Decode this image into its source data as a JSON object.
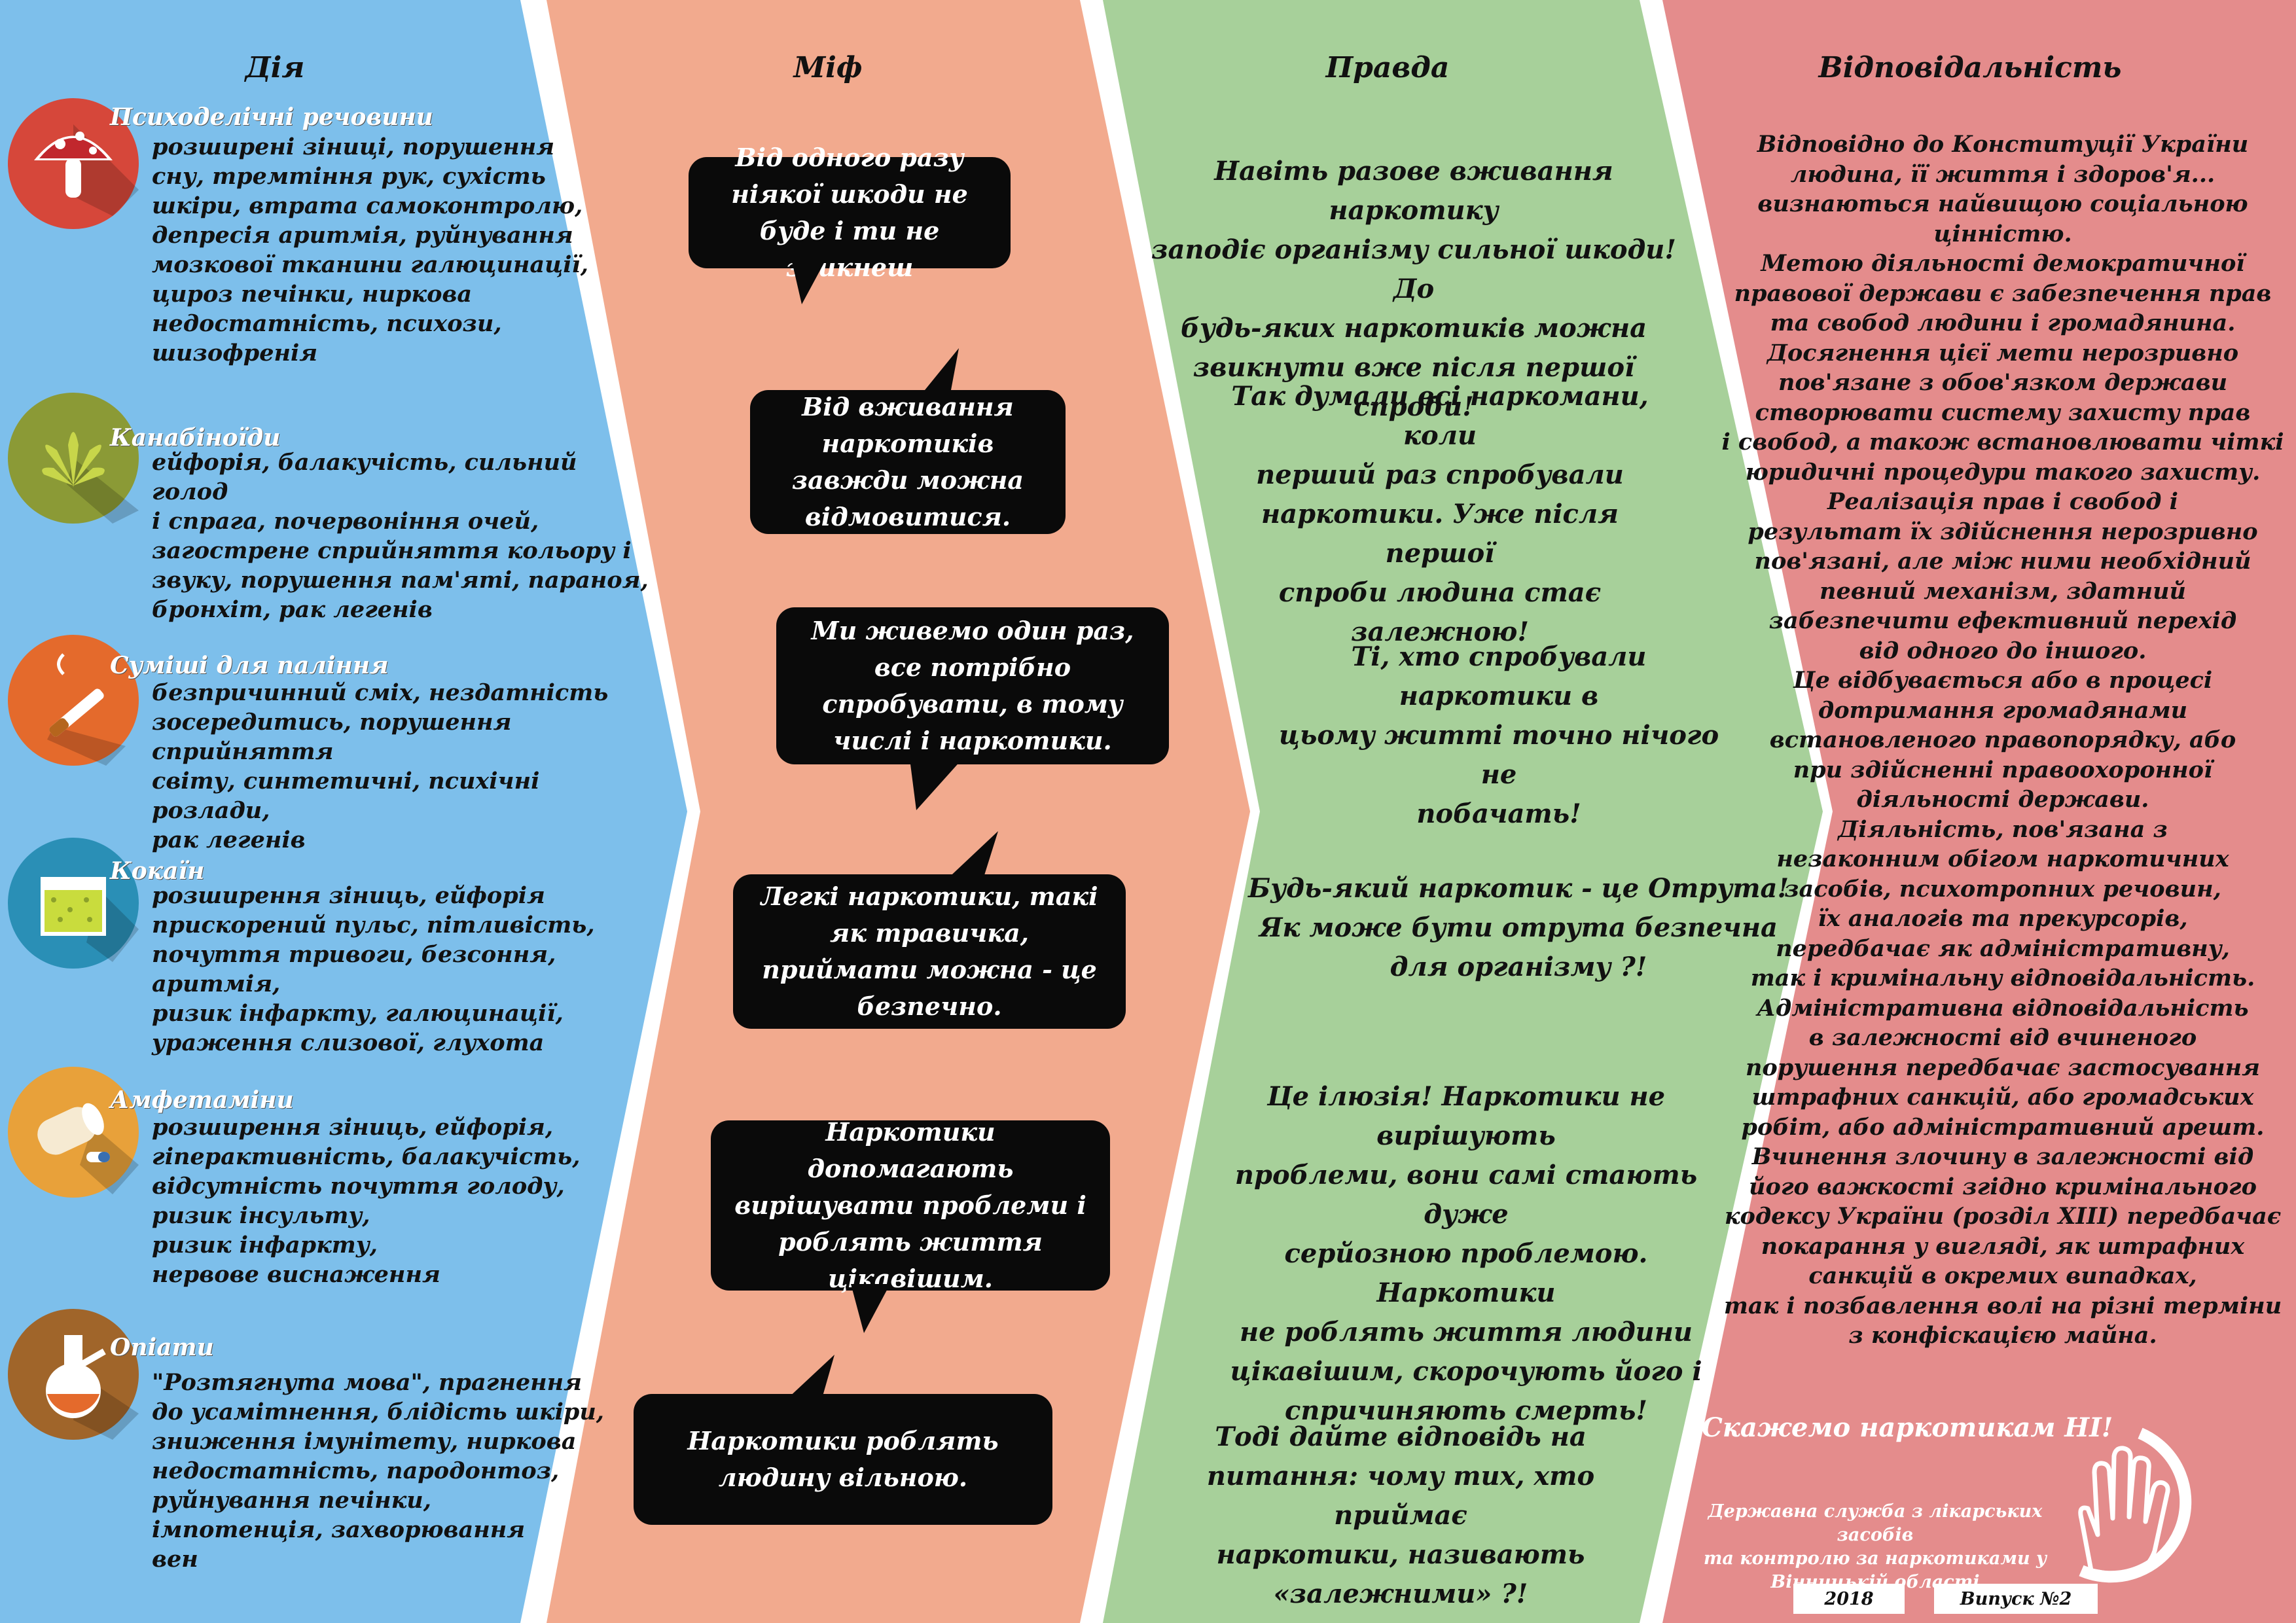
{
  "columns": {
    "action": "Дія",
    "myth": "Міф",
    "truth": "Правда",
    "responsibility": "Відповідальність"
  },
  "drugs": [
    {
      "name": "Психоделічні речовини",
      "icon": "mushroom-icon",
      "effects": "розширені зіниці, порушення\nсну, тремтіння рук, сухість\nшкіри, втрата самоконтролю,\nдепресія аритмія, руйнування\nмозкової тканини галюцинації,\nцироз печінки, ниркова\nнедостатність, психози,\nшизофренія"
    },
    {
      "name": "Канабіноїди",
      "icon": "cannabis-leaf-icon",
      "effects": "ейфорія, балакучість, сильний голод\nі спрага, почервоніння очей,\nзагострене сприйняття кольору і\nзвуку, порушення пам'яті, параноя,\nбронхіт, рак легенів"
    },
    {
      "name": "Суміші для паління",
      "icon": "smoking-pipe-icon",
      "effects": "безпричинний сміх, нездатність\nзосередитись, порушення сприйняття\nсвіту, синтетичні, психічні розлади,\nрак легенів"
    },
    {
      "name": "Кокаїн",
      "icon": "powder-container-icon",
      "effects": "розширення зіниць, ейфорія\nприскорений пульс, пітливість,\nпочуття тривоги, безсоння, аритмія,\nризик інфаркту, галюцинації,\nураження слизової, глухота"
    },
    {
      "name": "Амфетаміни",
      "icon": "pills-icon",
      "effects": "розширення зіниць, ейфорія,\nгіперактивність, балакучість,\nвідсутність почуття голоду,\nризик інсульту,\nризик інфаркту,\nнервове виснаження"
    },
    {
      "name": "Опіати",
      "icon": "flask-icon",
      "effects": "\"Розтягнута мова\", прагнення\nдо усамітнення, блідість шкіри,\nзниження імунітету, ниркова\nнедостатність, пародонтоз,\nруйнування печінки,\nімпотенція, захворювання\nвен"
    }
  ],
  "myths": [
    "Від одного разу ніякої шкоди не буде і ти не звикнеш",
    "Від вживання наркотиків завжди можна відмовитися.",
    "Ми живемо один раз, все потрібно спробувати, в тому числі і наркотики.",
    "Легкі наркотики, такі як травичка, приймати можна - це безпечно.",
    "Наркотики допомагають вирішувати проблеми і роблять життя цікавішим.",
    "Наркотики роблять людину вільною."
  ],
  "truths": [
    "Навіть разове вживання наркотику\nзаподіє організму сильної шкоди! До\nбудь-яких наркотиків можна\nзвикнути вже після першої спроби!",
    "Так думали всі наркомани, коли\nперший раз спробували\nнаркотики. Уже після першої\nспроби людина стає залежною!",
    "Ті, хто спробували наркотики в\nцьому житті точно нічого не\nпобачать!",
    "Будь-який наркотик - це Отрута!\nЯк може бути отрута безпечна\nдля організму ?!",
    "Це ілюзія! Наркотики не\nвирішують\nпроблеми, вони самі стають дуже\nсерйозною проблемою. Наркотики\nне роблять життя людини\nцікавішим, скорочують його і\nспричиняють смерть!",
    "Тоді дайте відповідь на\nпитання: чому тих, хто приймає\nнаркотики, називають\n«залежними» ?!"
  ],
  "responsibility_text": "Відповідно до Конституції України\nлюдина, її життя і здоров'я...\nвизнаються найвищою соціальною\nцінністю.\nМетою діяльності демократичної\nправової держави є забезпечення прав\nта свобод людини і громадянина.\nДосягнення цієї мети нерозривно\nпов'язане з обов'язком держави\nстворювати систему захисту прав\nі свобод, а також встановлювати чіткі\nюридичні процедури такого захисту.\nРеалізація прав і свобод і\nрезультат їх здійснення нерозривно\nпов'язані, але між ними необхідний\nпевний механізм, здатний\nзабезпечити ефективний перехід\nвід одного до іншого.\nЦе відбувається або в процесі\nдотримання громадянами\nвстановленого правопорядку, або\nпри здійсненні правоохоронної\nдіяльності держави.\nДіяльність, пов'язана з\nнезаконним обігом наркотичних\nзасобів, психотропних речовин,\nїх аналогів та прекурсорів,\nпередбачає як адміністративну,\nтак і кримінальну відповідальність.\nАдміністративна відповідальність\nв залежності від вчиненого\nпорушення передбачає застосування\nштрафних санкцій, або громадських\nробіт, або адміністративний арешт.\nВчинення злочину в залежності від\nйого важкості згідно кримінального\nкодексу України (розділ XIII) передбачає\nпокарання у вигляді, як штрафних\nсанкцій в окремих випадках,\nтак і позбавлення волі на різні терміни\nз конфіскацією майна.",
  "slogan": "Скажемо наркотикам НІ!",
  "agency": "Державна служба з лікарських засобів\nта контролю за наркотиками у\nВінницькій області",
  "footer": {
    "year": "2018",
    "issue": "Випуск №2"
  },
  "colors": {
    "blue_column": "#7dbfeb",
    "myth_column": "#f2aa8e",
    "truth_column": "#a7d09a",
    "responsibility_column": "#e48c8c",
    "icon_red": "#d6473a",
    "icon_olive": "#8b9a36",
    "icon_orange": "#e46a2c",
    "icon_teal": "#2a8fb6",
    "icon_amber": "#e8a13a",
    "icon_brown": "#a0652a"
  },
  "icons": {
    "stop_hand": "stop-hand-icon"
  }
}
